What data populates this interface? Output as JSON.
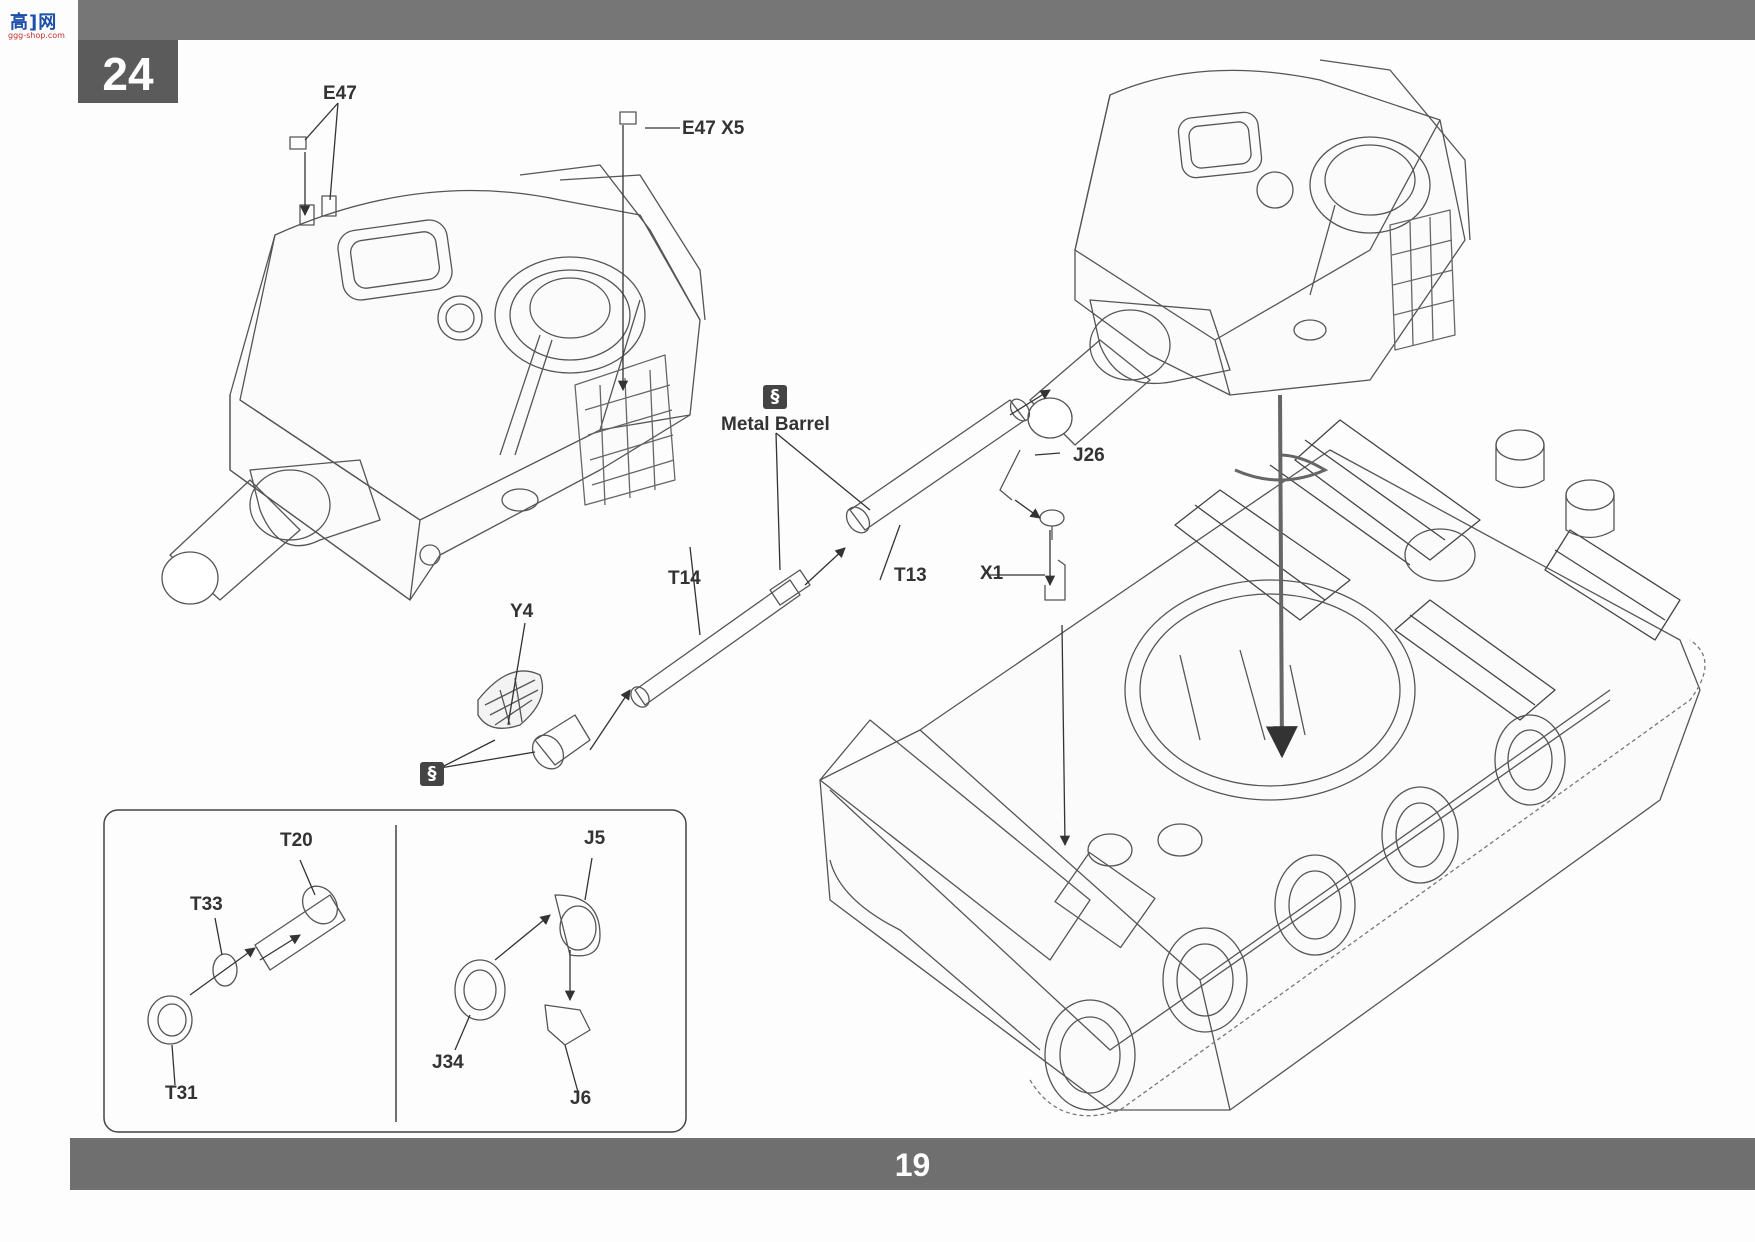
{
  "logo": {
    "text": "高]网",
    "url": "ggg-shop.com"
  },
  "step": {
    "number": "24"
  },
  "page": {
    "number": "19"
  },
  "callouts": {
    "e47": "E47",
    "e47x5": "E47 X5",
    "metal_barrel": "Metal Barrel",
    "j26": "J26",
    "t14": "T14",
    "t13": "T13",
    "x1": "X1",
    "y4": "Y4",
    "t20": "T20",
    "t33": "T33",
    "t31": "T31",
    "j5": "J5",
    "j34": "J34",
    "j6": "J6"
  },
  "icons": {
    "metal_part_icon": "metal-part-icon"
  }
}
